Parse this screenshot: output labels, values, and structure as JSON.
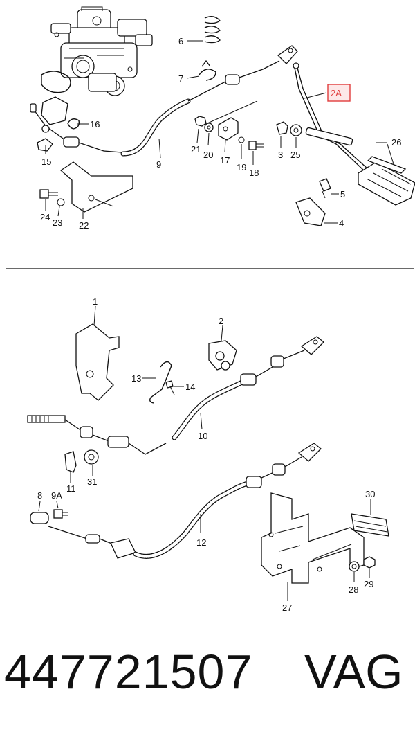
{
  "top_labels": {
    "l6": "6",
    "l7": "7",
    "l16": "16",
    "l15": "15",
    "l9": "9",
    "l21": "21",
    "l20": "20",
    "l17": "17",
    "l19": "19",
    "l18": "18",
    "l3": "3",
    "l25": "25",
    "l2A": "2A",
    "l26": "26",
    "l5": "5",
    "l4": "4",
    "l24": "24",
    "l23": "23",
    "l22": "22"
  },
  "bottom_labels": {
    "l1": "1",
    "l2": "2",
    "l13": "13",
    "l14": "14",
    "l10": "10",
    "l11": "11",
    "l31": "31",
    "l8": "8",
    "l9A": "9A",
    "l12": "12",
    "l30": "30",
    "l28": "28",
    "l29": "29",
    "l27": "27"
  },
  "highlight_color": "#e03c3c",
  "footer": {
    "part_number": "447721507",
    "brand": "VAG"
  }
}
